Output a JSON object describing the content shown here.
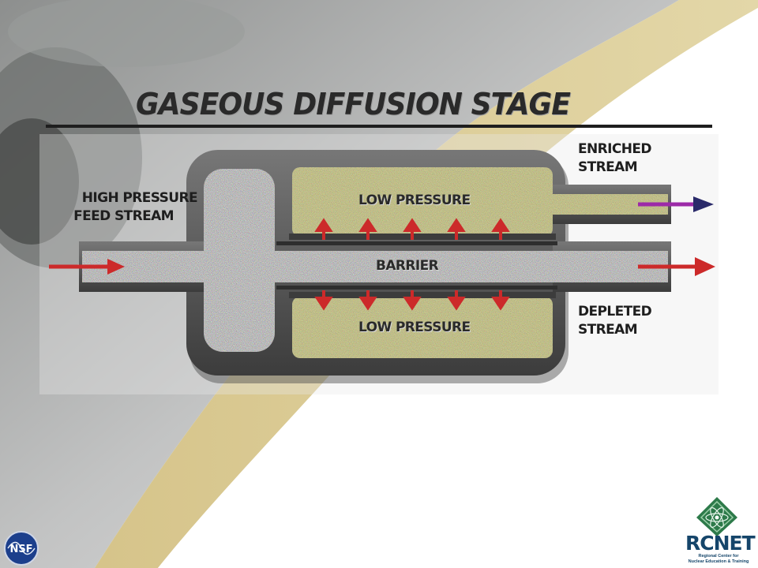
{
  "slide": {
    "title": "GASEOUS DIFFUSION STAGE"
  },
  "diagram": {
    "feed_label": [
      "HIGH PRESSURE",
      "FEED STREAM"
    ],
    "enriched_label": [
      "ENRICHED",
      "STREAM"
    ],
    "depleted_label": [
      "DEPLETED",
      "STREAM"
    ],
    "upper_chamber_label": "LOW PRESSURE",
    "lower_chamber_label": "LOW PRESSURE",
    "barrier_label": "BARRIER",
    "colors": {
      "shell": "#5a5a5a",
      "chamber_fill": "#c8c85a",
      "flow_arrow": "#cc2a2a",
      "enriched_arrow": "#9c2aa8",
      "background_swoosh": "#d9c887"
    }
  },
  "logos": {
    "nsf_label": "NSF",
    "rcnet_name": "RCNET",
    "rcnet_subtitle": [
      "Regional Center for",
      "Nuclear Education & Training"
    ]
  }
}
